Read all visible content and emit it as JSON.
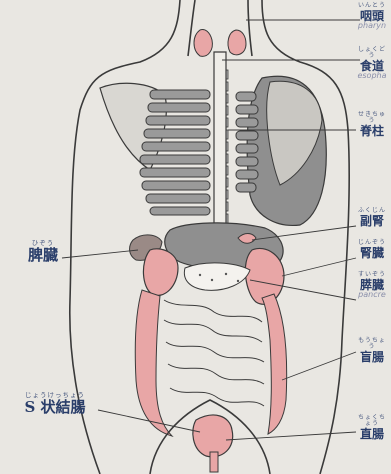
{
  "labels": {
    "pharynx": {
      "ruby": "いんとう",
      "text": "咽頭",
      "note": "pharyn"
    },
    "esophagus": {
      "ruby": "しょくどう",
      "text": "食道",
      "note": "esopha"
    },
    "spine": {
      "ruby": "せきちゅう",
      "text": "脊柱"
    },
    "adrenal": {
      "ruby": "ふくじん",
      "text": "副腎"
    },
    "kidney": {
      "ruby": "じんぞう",
      "text": "腎臓"
    },
    "pancreas": {
      "ruby": "すいぞう",
      "text": "膵臓",
      "note": "pancre"
    },
    "cecum": {
      "ruby": "もうちょう",
      "text": "盲腸"
    },
    "rectum": {
      "ruby": "ちょくちょう",
      "text": "直腸"
    },
    "spleen": {
      "ruby": "ひぞう",
      "text": "脾臓"
    },
    "sigmoid": {
      "ruby": "じょうけっちょう",
      "text": "S 状結腸"
    }
  },
  "colors": {
    "background": "#e9e7e2",
    "outline": "#3a3a3a",
    "organ_pink": "#e8a6a6",
    "organ_gray": "#8f8f8f",
    "label_blue": "#2a3e6a"
  }
}
